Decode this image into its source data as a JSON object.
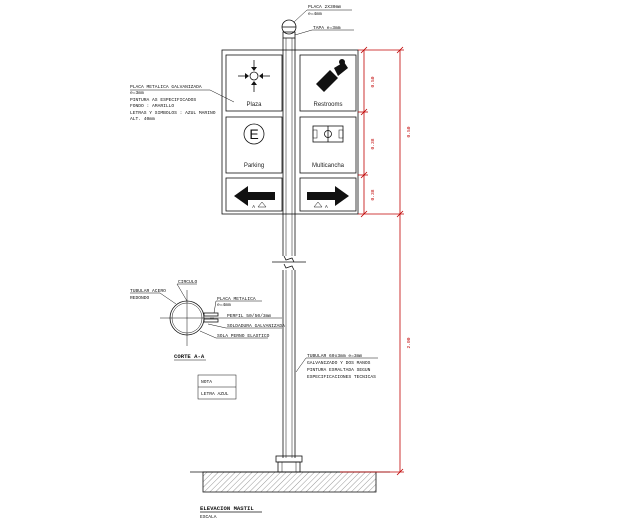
{
  "plate": {
    "line1": "PLACA 2X30mm",
    "line2": "e=4mm",
    "tapa": "TAPA e=3mm"
  },
  "panel_notes": {
    "line1": "PLACA METALICA GALVANIZADA",
    "line2": "e=3mm",
    "line3": "PINTURA AS ESPECIFICADOS",
    "line4": "FONDO : AMARILLO",
    "line5": "LETRAS Y SIMBOLOS : AZUL MARINO",
    "line6": "ALT. 40mm"
  },
  "signs": {
    "plaza": "Plaza",
    "restrooms": "Restrooms",
    "parking": "Parking",
    "multicancha": "Multicancha",
    "parking_letter": "E",
    "arrow_tag_left": "A",
    "arrow_tag_right": "A"
  },
  "dimensions": {
    "d1": "0.50",
    "d2": "0.38",
    "d3": "0.38",
    "total_top": "0.50",
    "lower": "2.00"
  },
  "section": {
    "circle_label": "CIRCULO",
    "tube_label1": "TUBULAR ACERO",
    "tube_label2": "REDONDO",
    "placa1": "PLACA METALICA",
    "placa2": "e=4mm",
    "perfil": "PERFIL 50/50/3mm",
    "soldadura": "SOLDADURA GALVANIZADA",
    "perno": "SOLA PERNO ELASTICO",
    "title": "CORTE A-A"
  },
  "pole_notes": {
    "line1": "TUBULAR 60x3mm e=3mm",
    "line2": "GALVANIZADO Y DOS MANOS",
    "line3": "PINTURA ESMALTADA SEGUN",
    "line4": "ESPECIFICACIONES TECNICAS"
  },
  "legend": {
    "line1": "NOTA",
    "line2": "LETRA AZUL"
  },
  "title": {
    "main": "ELEVACION MASTIL",
    "sub": "ESCALA"
  },
  "colors": {
    "ink": "#111111",
    "dimension": "#c00000",
    "background": "#ffffff"
  }
}
